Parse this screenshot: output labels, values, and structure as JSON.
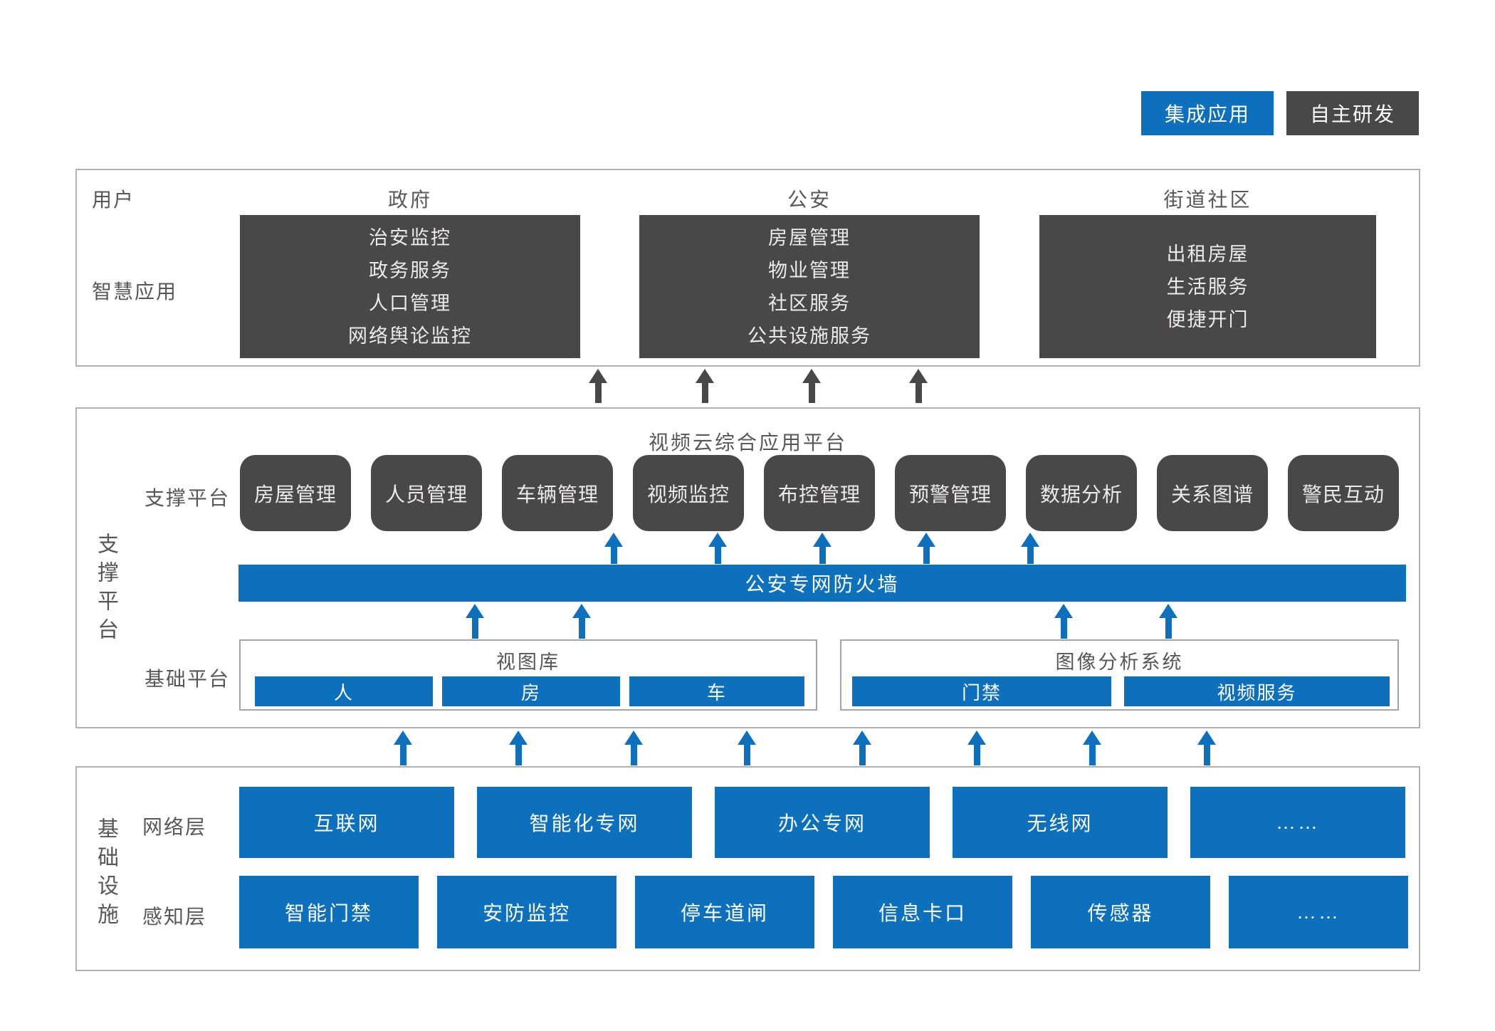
{
  "colors": {
    "accent_blue": "#0d70bd",
    "dark_gray": "#4a4747",
    "border_gray": "#b2b2b2"
  },
  "legend": {
    "integrated": "集成应用",
    "self_developed": "自主研发"
  },
  "user_section": {
    "row_label_users": "用户",
    "row_label_apps": "智慧应用",
    "columns": [
      {
        "title": "政府",
        "items": [
          "治安监控",
          "政务服务",
          "人口管理",
          "网络舆论监控"
        ]
      },
      {
        "title": "公安",
        "items": [
          "房屋管理",
          "物业管理",
          "社区服务",
          "公共设施服务"
        ]
      },
      {
        "title": "街道社区",
        "items": [
          "出租房屋",
          "生活服务",
          "便捷开门"
        ]
      }
    ]
  },
  "platform_section": {
    "side_label": "支撑平台",
    "title": "视频云综合应用平台",
    "support_row_label": "支撑平台",
    "support_boxes": [
      "房屋管理",
      "人员管理",
      "车辆管理",
      "视频监控",
      "布控管理",
      "预警管理",
      "数据分析",
      "关系图谱",
      "警民互动"
    ],
    "firewall_label": "公安专网防火墙",
    "base_row_label": "基础平台",
    "base_groups": [
      {
        "title": "视图库",
        "items": [
          "人",
          "房",
          "车"
        ]
      },
      {
        "title": "图像分析系统",
        "items": [
          "门禁",
          "视频服务"
        ]
      }
    ]
  },
  "infra_section": {
    "side_label": "基础设施",
    "network_label": "网络层",
    "network_boxes": [
      "互联网",
      "智能化专网",
      "办公专网",
      "无线网",
      "……"
    ],
    "sensing_label": "感知层",
    "sensing_boxes": [
      "智能门禁",
      "安防监控",
      "停车道闸",
      "信息卡口",
      "传感器",
      "……"
    ]
  }
}
